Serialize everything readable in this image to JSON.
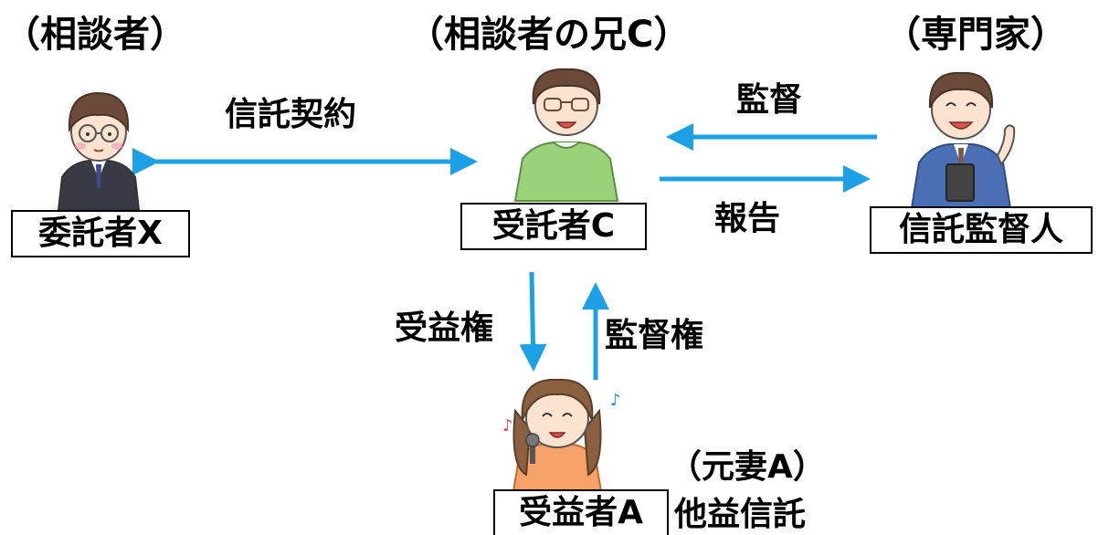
{
  "headings": {
    "consultant": "（相談者）",
    "brother": "（相談者の兄C）",
    "expert": "（専門家）"
  },
  "roles": {
    "settlor": "委託者X",
    "trustee": "受託者C",
    "supervisor": "信託監督人",
    "beneficiary": "受益者A"
  },
  "edges": {
    "trust_contract": "信託契約",
    "supervision": "監督",
    "report": "報告",
    "beneficial_right": "受益権",
    "supervision_right": "監督権"
  },
  "notes": {
    "ex_wife": "（元妻A）",
    "third_party_trust": "他益信託"
  },
  "colors": {
    "arrow": "#1EA0E6",
    "box_border": "#000000",
    "text": "#000000"
  },
  "icons": {
    "settlor": "man-with-glasses-in-suit",
    "trustee": "smiling-man-with-glasses",
    "supervisor": "businessman-with-binder",
    "beneficiary": "woman-singing-with-microphone"
  }
}
